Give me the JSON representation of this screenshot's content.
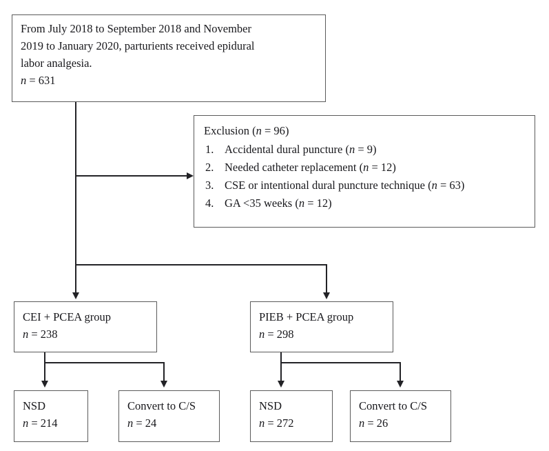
{
  "diagram": {
    "title": "Patient flow diagram of epidural labor analgesia study",
    "type": "flowchart",
    "line_color": "#222226",
    "box_border_color": "#5a5a5a",
    "background": "#ffffff"
  },
  "nodes": {
    "enrollment": {
      "name": "enrollment-box",
      "line1": "From July 2018 to September 2018 and November",
      "line2": "2019 to January 2020, parturients received epidural",
      "line3": "labor analgesia.",
      "n_symbol": "n",
      "n_value": "= 631"
    },
    "exclusion": {
      "name": "exclusion-box",
      "title_prefix": "Exclusion (",
      "title_symbol": "n",
      "title_value": "= 96",
      "title_suffix": ")",
      "items": [
        {
          "num": "1.",
          "text": "Accidental dural puncture (",
          "symbol": "n",
          "value": "= 9",
          "suffix": ")"
        },
        {
          "num": "2.",
          "text": "Needed catheter replacement (",
          "symbol": "n",
          "value": "= 12",
          "suffix": ")"
        },
        {
          "num": "3.",
          "text": "CSE or intentional dural puncture technique (",
          "symbol": "n",
          "value": "= 63",
          "suffix": ")"
        },
        {
          "num": "4.",
          "text": "GA <35 weeks (",
          "symbol": "n",
          "value": "= 12",
          "suffix": ")"
        }
      ]
    },
    "group_left": {
      "name": "cei-pcea-group-box",
      "label": "CEI + PCEA group",
      "n_symbol": "n",
      "n_value": "= 238"
    },
    "group_right": {
      "name": "pieb-pcea-group-box",
      "label": "PIEB + PCEA group",
      "n_symbol": "n",
      "n_value": "= 298"
    },
    "outcome_left_nsd": {
      "name": "cei-nsd-box",
      "label": "NSD",
      "n_symbol": "n",
      "n_value": "= 214"
    },
    "outcome_left_cs": {
      "name": "cei-convert-cs-box",
      "label": "Convert to C/S",
      "n_symbol": "n",
      "n_value": "= 24"
    },
    "outcome_right_nsd": {
      "name": "pieb-nsd-box",
      "label": "NSD",
      "n_symbol": "n",
      "n_value": "= 272"
    },
    "outcome_right_cs": {
      "name": "pieb-convert-cs-box",
      "label": "Convert to C/S",
      "n_symbol": "n",
      "n_value": "= 26"
    }
  },
  "chart_data": {
    "type": "flowchart",
    "title": "Patient flow diagram",
    "nodes": [
      {
        "id": "enrollment",
        "label": "From July 2018 to September 2018 and November 2019 to January 2020, parturients received epidural labor analgesia.",
        "n": 631
      },
      {
        "id": "exclusion",
        "label": "Exclusion",
        "n": 96,
        "reasons": [
          {
            "label": "Accidental dural puncture",
            "n": 9
          },
          {
            "label": "Needed catheter replacement",
            "n": 12
          },
          {
            "label": "CSE or intentional dural puncture technique",
            "n": 63
          },
          {
            "label": "GA <35 weeks",
            "n": 12
          }
        ]
      },
      {
        "id": "group_left",
        "label": "CEI + PCEA group",
        "n": 238
      },
      {
        "id": "group_right",
        "label": "PIEB + PCEA group",
        "n": 298
      },
      {
        "id": "outcome_left_nsd",
        "label": "NSD",
        "n": 214
      },
      {
        "id": "outcome_left_cs",
        "label": "Convert to C/S",
        "n": 24
      },
      {
        "id": "outcome_right_nsd",
        "label": "NSD",
        "n": 272
      },
      {
        "id": "outcome_right_cs",
        "label": "Convert to C/S",
        "n": 26
      }
    ],
    "edges": [
      {
        "from": "enrollment",
        "to": "exclusion"
      },
      {
        "from": "enrollment",
        "to": "group_left"
      },
      {
        "from": "enrollment",
        "to": "group_right"
      },
      {
        "from": "group_left",
        "to": "outcome_left_nsd"
      },
      {
        "from": "group_left",
        "to": "outcome_left_cs"
      },
      {
        "from": "group_right",
        "to": "outcome_right_nsd"
      },
      {
        "from": "group_right",
        "to": "outcome_right_cs"
      }
    ]
  }
}
